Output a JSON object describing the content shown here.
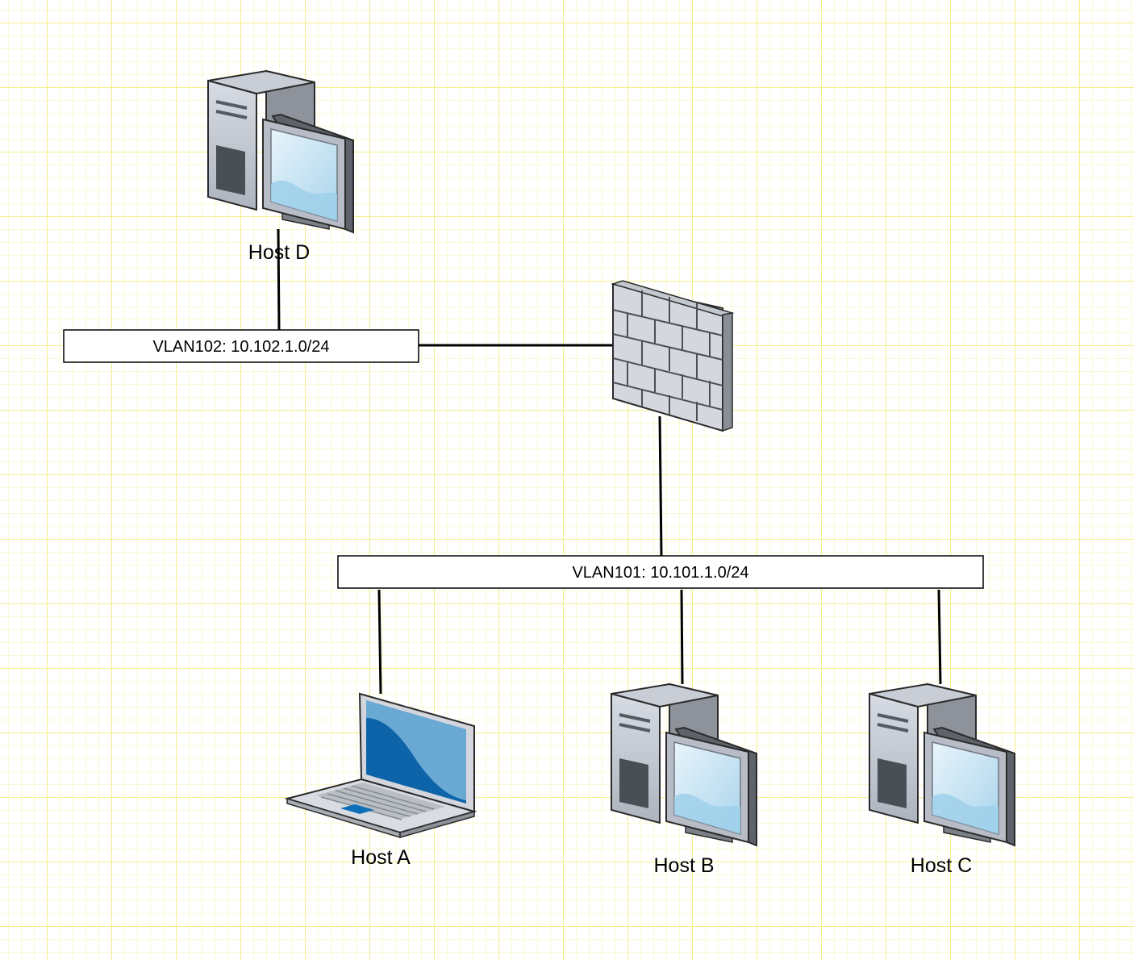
{
  "diagram": {
    "networks": {
      "vlan102": {
        "label": "VLAN102: 10.102.1.0/24"
      },
      "vlan101": {
        "label": "VLAN101: 10.101.1.0/24"
      }
    },
    "hosts": {
      "host_d": {
        "label": "Host D",
        "icon": "desktop-computer-icon"
      },
      "host_a": {
        "label": "Host A",
        "icon": "laptop-icon"
      },
      "host_b": {
        "label": "Host B",
        "icon": "desktop-computer-icon"
      },
      "host_c": {
        "label": "Host C",
        "icon": "desktop-computer-icon"
      }
    },
    "firewall": {
      "icon": "firewall-icon"
    },
    "colors": {
      "grid_major": "#f3ef8c",
      "grid_minor": "#fbf9d3",
      "link": "#000000",
      "screen_blue": "#0d64a8"
    }
  }
}
